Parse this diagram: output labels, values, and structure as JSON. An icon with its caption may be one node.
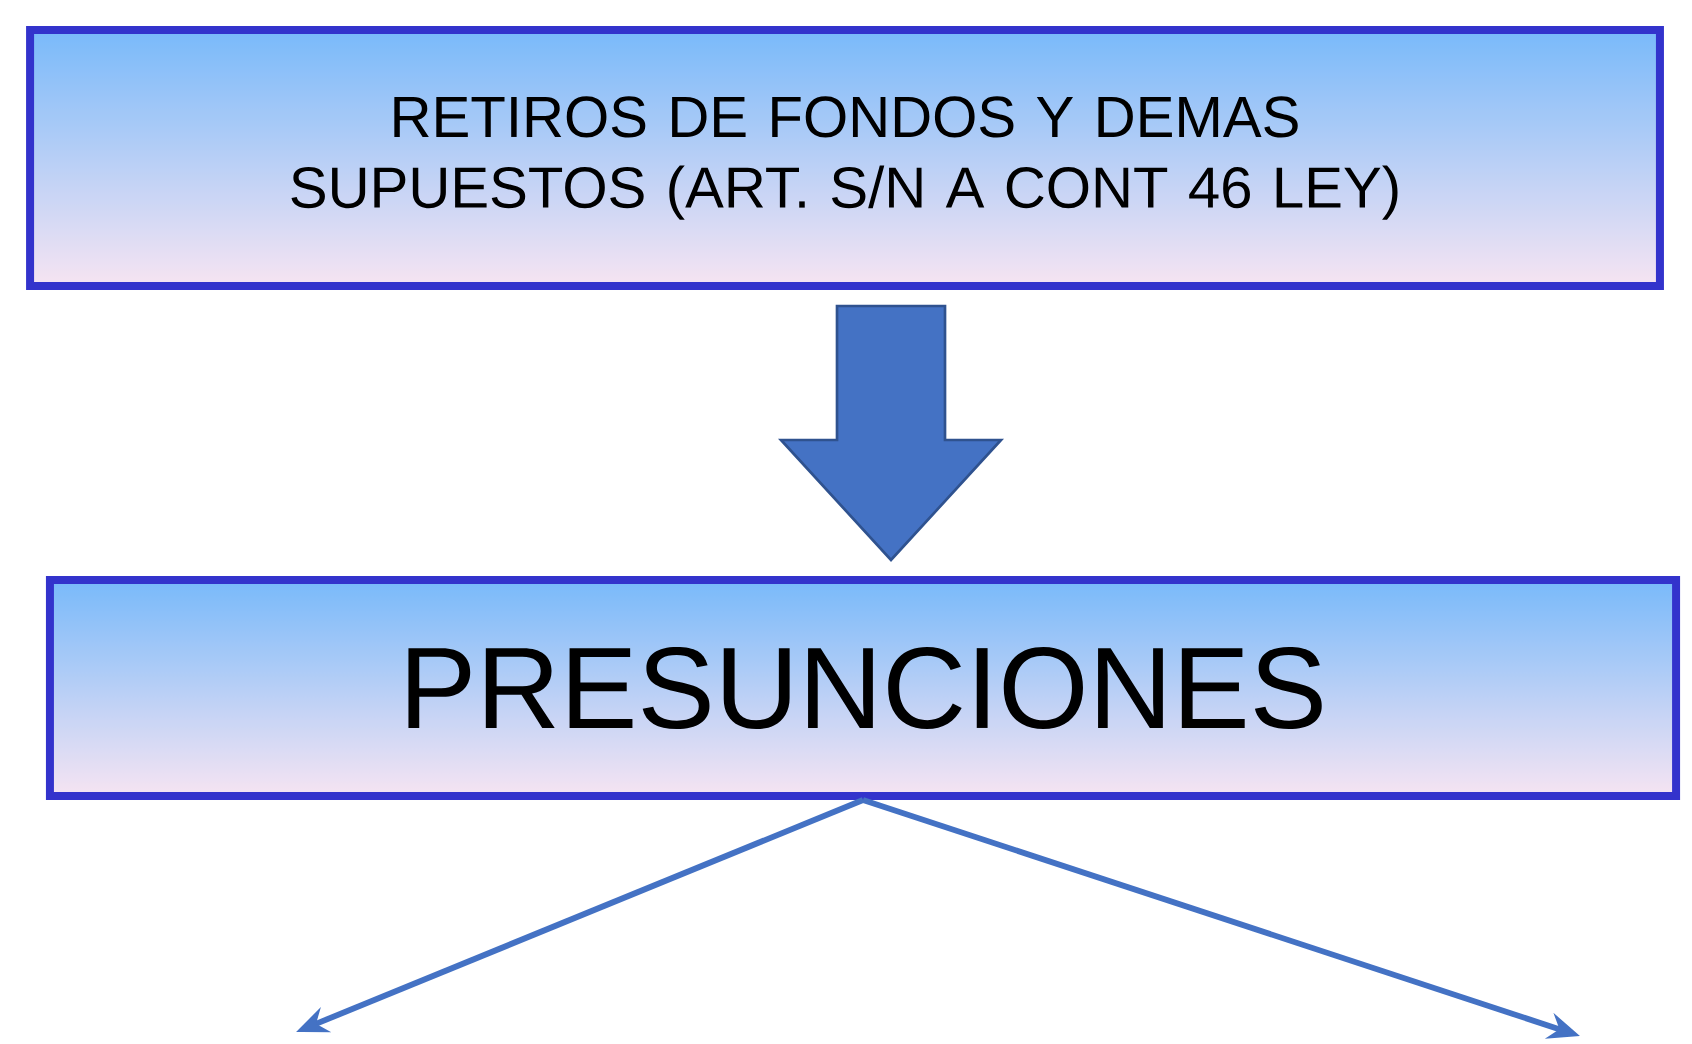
{
  "diagram": {
    "nodes": [
      {
        "text": [
          "RETIROS DE FONDOS Y DEMAS SUPUESTOS (ART. S/N A CONT 46 LEY)"
        ]
      },
      {
        "text": [
          "PRESUNCIONES"
        ]
      }
    ],
    "edges": [
      {
        "from": 0,
        "to": 1,
        "arrow": "to",
        "style": "thick"
      },
      {
        "from": 1,
        "to": null,
        "arrow": "to"
      },
      {
        "from": 1,
        "to": null,
        "arrow": "to"
      }
    ]
  }
}
